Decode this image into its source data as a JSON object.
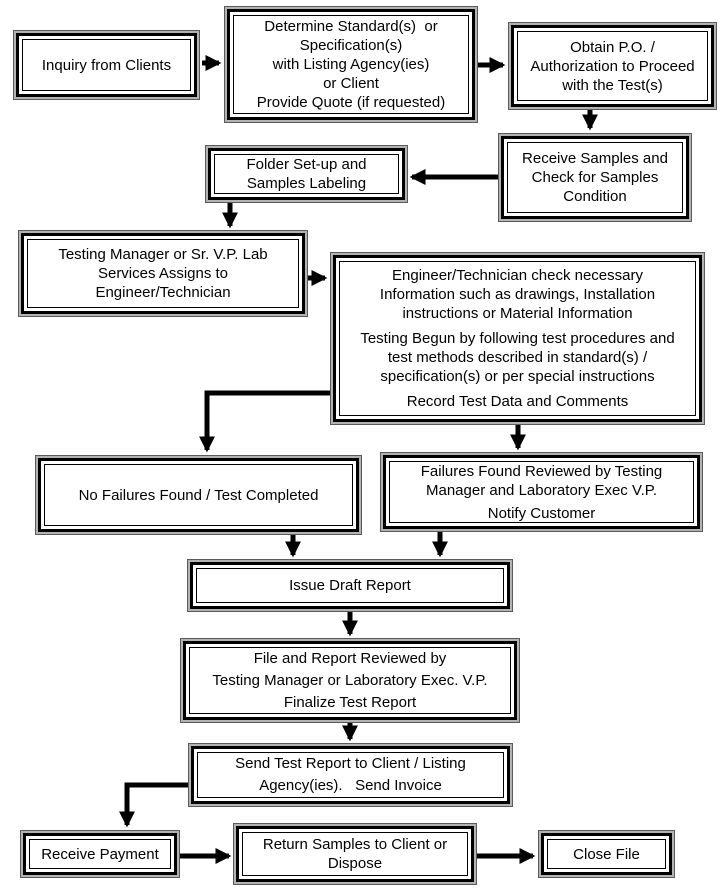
{
  "diagram": {
    "background_color": "#ffffff",
    "line_color": "#000000",
    "box_shadow_color": "#b3b3b3",
    "nodes": {
      "inquiry": {
        "lines": [
          "Inquiry from Clients"
        ]
      },
      "determine": {
        "lines": [
          "Determine Standard(s)  or",
          "Specification(s)",
          "with Listing Agency(ies)",
          "or Client",
          "Provide Quote (if requested)"
        ]
      },
      "obtain_po": {
        "lines": [
          "Obtain P.O. /",
          "Authorization to Proceed",
          "with the Test(s)"
        ]
      },
      "receive_samples": {
        "lines": [
          "Receive Samples and",
          "Check for Samples",
          "Condition"
        ]
      },
      "folder_setup": {
        "lines": [
          "Folder Set-up and",
          "Samples Labeling"
        ]
      },
      "assign_engineer": {
        "lines": [
          "Testing Manager or Sr. V.P. Lab",
          "Services Assigns to",
          "Engineer/Technician"
        ]
      },
      "perform_testing": {
        "lines": [
          "Engineer/Technician check necessary",
          "Information such as drawings, Installation",
          "instructions or Material Information",
          "Testing Begun by following test procedures and",
          "test methods described in standard(s) /",
          "specification(s) or per special instructions",
          "Record Test Data and Comments"
        ]
      },
      "no_failures": {
        "lines": [
          "No Failures Found / Test Completed"
        ]
      },
      "failures_found": {
        "lines": [
          "Failures Found Reviewed by Testing",
          "Manager and Laboratory Exec V.P.",
          "Notify Customer"
        ]
      },
      "issue_draft": {
        "lines": [
          "Issue Draft Report"
        ]
      },
      "file_review": {
        "lines": [
          "File and Report Reviewed by",
          "Testing Manager or Laboratory Exec. V.P.",
          "Finalize Test Report"
        ]
      },
      "send_report": {
        "lines": [
          "Send Test Report to Client / Listing",
          "Agency(ies).   Send Invoice"
        ]
      },
      "receive_payment": {
        "lines": [
          "Receive Payment"
        ]
      },
      "return_samples": {
        "lines": [
          "Return Samples to Client or",
          "Dispose"
        ]
      },
      "close_file": {
        "lines": [
          "Close File"
        ]
      }
    },
    "edges": [
      {
        "from": "inquiry",
        "to": "determine"
      },
      {
        "from": "determine",
        "to": "obtain_po"
      },
      {
        "from": "obtain_po",
        "to": "receive_samples"
      },
      {
        "from": "receive_samples",
        "to": "folder_setup"
      },
      {
        "from": "folder_setup",
        "to": "assign_engineer"
      },
      {
        "from": "assign_engineer",
        "to": "perform_testing"
      },
      {
        "from": "perform_testing",
        "to": "no_failures"
      },
      {
        "from": "perform_testing",
        "to": "failures_found"
      },
      {
        "from": "no_failures",
        "to": "issue_draft"
      },
      {
        "from": "failures_found",
        "to": "issue_draft"
      },
      {
        "from": "issue_draft",
        "to": "file_review"
      },
      {
        "from": "file_review",
        "to": "send_report"
      },
      {
        "from": "send_report",
        "to": "receive_payment"
      },
      {
        "from": "receive_payment",
        "to": "return_samples"
      },
      {
        "from": "return_samples",
        "to": "close_file"
      }
    ]
  }
}
